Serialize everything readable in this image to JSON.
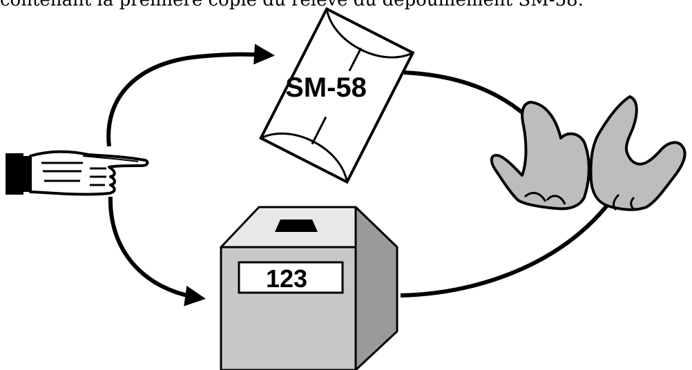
{
  "caption_fragment": "contenant la première copie du relevé du dépouillement SM-58.",
  "envelope": {
    "label": "SM-58"
  },
  "ballot_box": {
    "label": "123"
  },
  "colors": {
    "ink": "#000000",
    "hand_fill": "#bdbdbd",
    "box_front": "#c8c8c8",
    "box_side": "#9a9a9a",
    "box_top": "#e8e8e8",
    "background": "#ffffff"
  },
  "icons": {
    "pointing_hand": "pointing-hand-icon",
    "envelope": "envelope-icon",
    "ballot_box": "ballot-box-icon",
    "receiving_hands": "open-hands-icon"
  }
}
